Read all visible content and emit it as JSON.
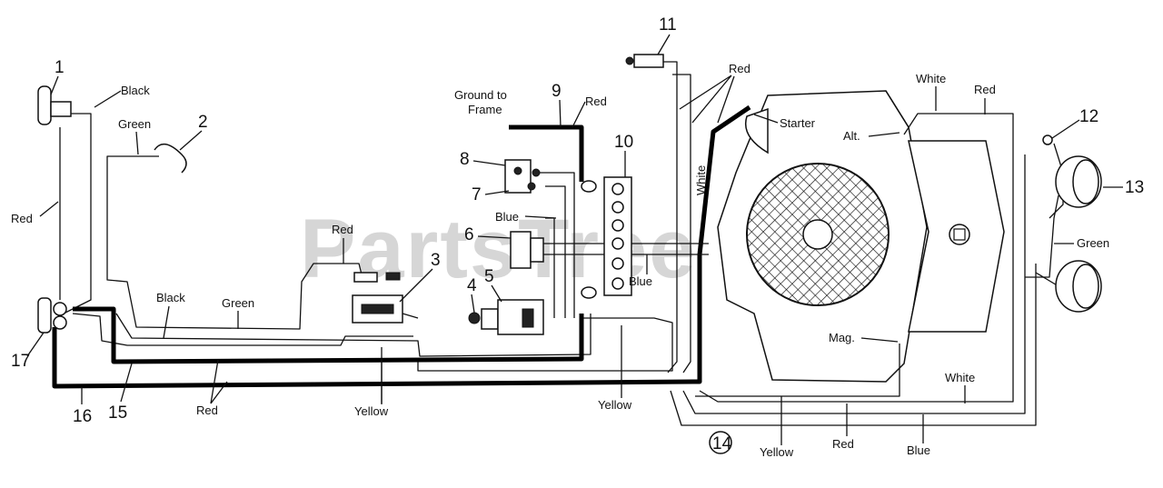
{
  "watermark": "PartsTree",
  "callouts": [
    "1",
    "2",
    "3",
    "4",
    "5",
    "6",
    "7",
    "8",
    "9",
    "10",
    "11",
    "12",
    "13",
    "14",
    "15",
    "16",
    "17"
  ],
  "wire_labels": {
    "black_1": "Black",
    "green_2": "Green",
    "red_left": "Red",
    "red_mid": "Red",
    "black_mid": "Black",
    "green_mid": "Green",
    "red_bottom": "Red",
    "yellow_bottom": "Yellow",
    "ground": "Ground to\nFrame",
    "ground_line1": "Ground to",
    "ground_line2": "Frame",
    "red_9": "Red",
    "blue_7": "Blue",
    "blue_6": "Blue",
    "yellow_mid": "Yellow",
    "white_vertical": "White",
    "red_11": "Red",
    "starter": "Starter",
    "white_top": "White",
    "red_top": "Red",
    "alt": "Alt.",
    "mag": "Mag.",
    "green_right": "Green",
    "white_right": "White",
    "yellow_right": "Yellow",
    "red_right": "Red",
    "blue_right": "Blue"
  }
}
